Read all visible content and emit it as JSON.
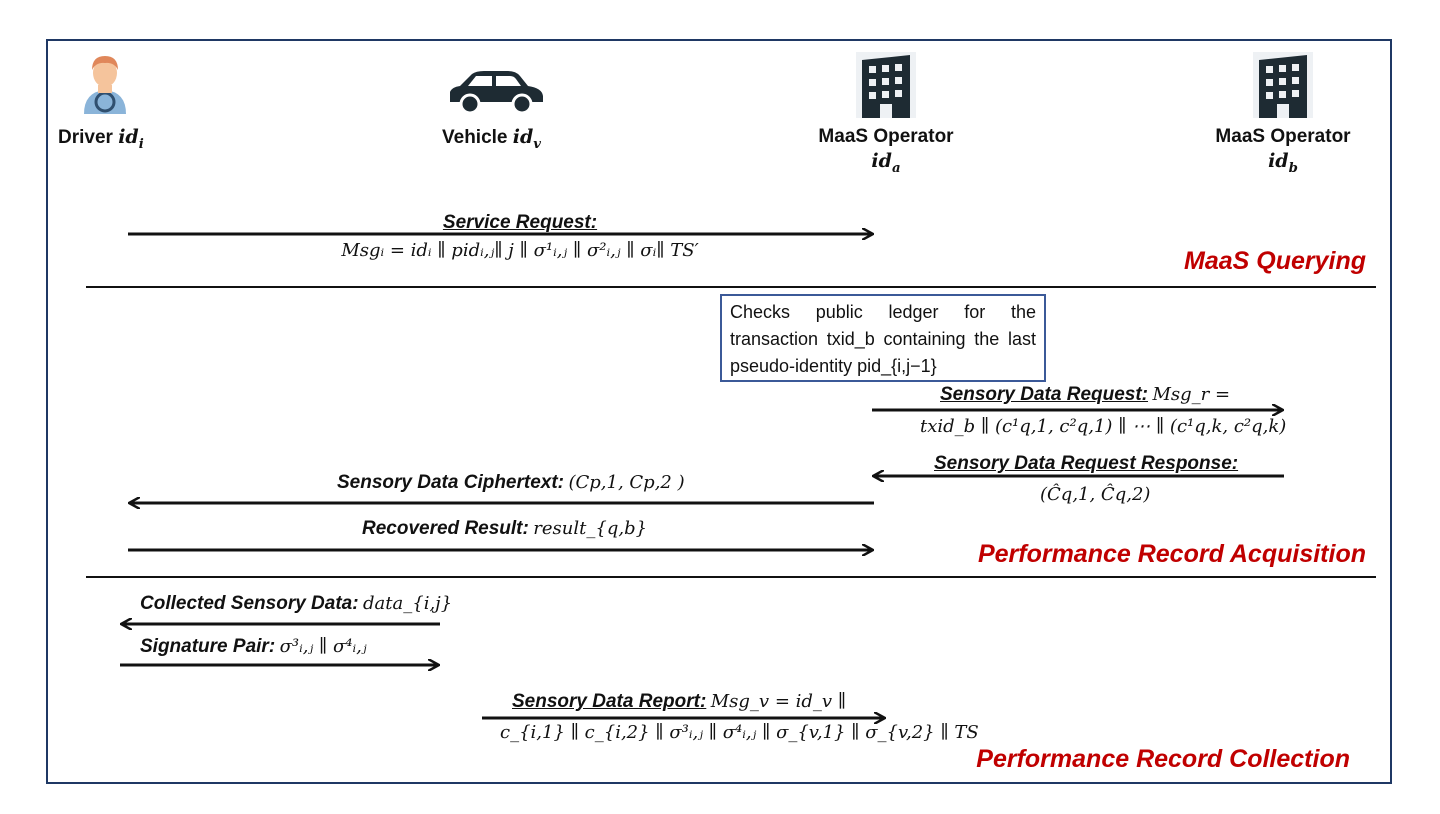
{
  "actors": [
    {
      "name": "Driver",
      "id_symbol": "id",
      "id_sub": "i"
    },
    {
      "name": "Vehicle",
      "id_symbol": "id",
      "id_sub": "v"
    },
    {
      "name": "MaaS Operator",
      "id_symbol": "id",
      "id_sub": "a"
    },
    {
      "name": "MaaS Operator",
      "id_symbol": "id",
      "id_sub": "b"
    }
  ],
  "sections": {
    "querying": "MaaS Querying",
    "acquisition": "Performance Record Acquisition",
    "collection": "Performance Record Collection"
  },
  "messages": {
    "service_request": {
      "title": "Service Request:",
      "formula": "Msgᵢ = idᵢ ∥ pidᵢ,ⱼ∥ j ∥ σ¹ᵢ,ⱼ ∥ σ²ᵢ,ⱼ ∥ σᵢ∥ TS′"
    },
    "ledger_note": "Checks public ledger for the transaction txid_b containing the last pseudo-identity pid_{i,j−1}",
    "sensory_data_request": {
      "title": "Sensory Data Request:",
      "formula_1": "Msg_r =",
      "formula_2": "txid_b ∥ (c¹q,1, c²q,1) ∥ ⋯ ∥ (c¹q,k, c²q,k)"
    },
    "request_response": {
      "title": "Sensory Data Request Response:",
      "formula": "(Ĉq,1, Ĉq,2)"
    },
    "ciphertext": {
      "title": "Sensory Data Ciphertext:",
      "formula": "(Cp,1, Cp,2 )"
    },
    "recovered": {
      "title": "Recovered Result:",
      "formula": "result_{q,b}"
    },
    "collected": {
      "title": "Collected Sensory Data:",
      "formula": "data_{i,j}"
    },
    "signature": {
      "title": "Signature Pair:",
      "formula": "σ³ᵢ,ⱼ ∥ σ⁴ᵢ,ⱼ"
    },
    "report": {
      "title": "Sensory Data Report:",
      "formula_1": "Msg_v = id_v ∥",
      "formula_2": "c_{i,1} ∥ c_{i,2} ∥ σ³ᵢ,ⱼ ∥ σ⁴ᵢ,ⱼ ∥ σ_{v,1} ∥ σ_{v,2} ∥ TS"
    }
  },
  "colors": {
    "border": "#1f3864",
    "section_title": "#c00000",
    "note_border": "#3b5998",
    "icon_dark": "#1e2b33",
    "skin": "#f5c49c",
    "hair": "#e0875a",
    "shirt": "#8ab4d9"
  }
}
